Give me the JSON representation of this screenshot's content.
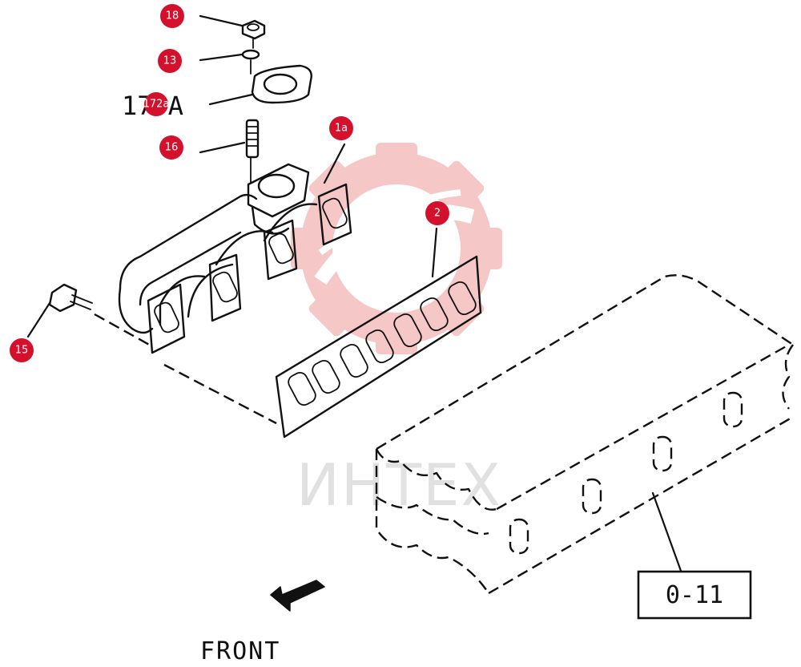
{
  "callouts": [
    {
      "label": "18"
    },
    {
      "label": "13"
    },
    {
      "label": "172a"
    },
    {
      "label": "16"
    },
    {
      "label": "1a"
    },
    {
      "label": "2"
    },
    {
      "label": "15"
    }
  ],
  "printed_labels": {
    "part_partial": "17 A",
    "ref_box": "0-11",
    "front": "FRONT"
  },
  "watermark": {
    "text": "ИНТЕХ",
    "color": "#e8a0a0"
  },
  "colors": {
    "callout_fill": "#d4112c",
    "ink": "#111111"
  }
}
